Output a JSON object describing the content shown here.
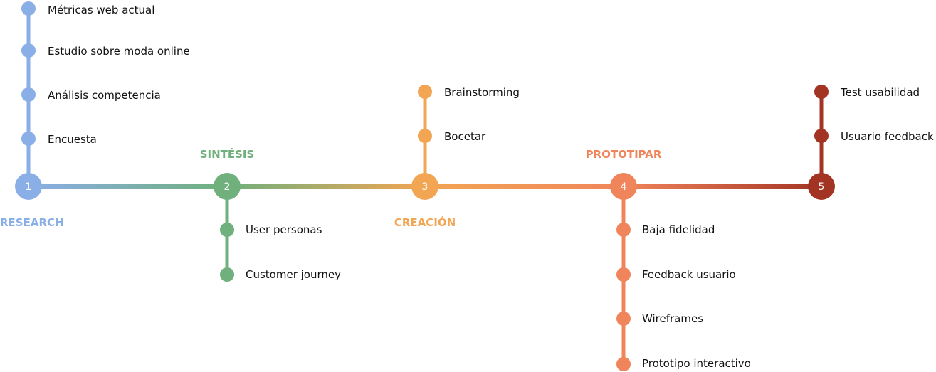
{
  "phases": [
    {
      "number": "1",
      "title": "RESEARCH",
      "color": "#8aaee6",
      "items": [
        "Métricas web actual",
        "Estudio sobre moda online",
        "Análisis competencia",
        "Encuesta"
      ]
    },
    {
      "number": "2",
      "title": "SINTÉSIS",
      "color": "#6fb07c",
      "items": [
        "User personas",
        "Customer journey"
      ]
    },
    {
      "number": "3",
      "title": "CREACIÓN",
      "color": "#f2a553",
      "items": [
        "Brainstorming",
        "Bocetar"
      ]
    },
    {
      "number": "4",
      "title": "PROTOTIPAR",
      "color": "#f0855b",
      "items": [
        "Baja fidelidad",
        "Feedback usuario",
        "Wireframes",
        "Prototipo interactivo"
      ]
    },
    {
      "number": "5",
      "title": "",
      "color": "#a33424",
      "items": [
        "Test usabilidad",
        "Usuario feedback"
      ]
    }
  ]
}
